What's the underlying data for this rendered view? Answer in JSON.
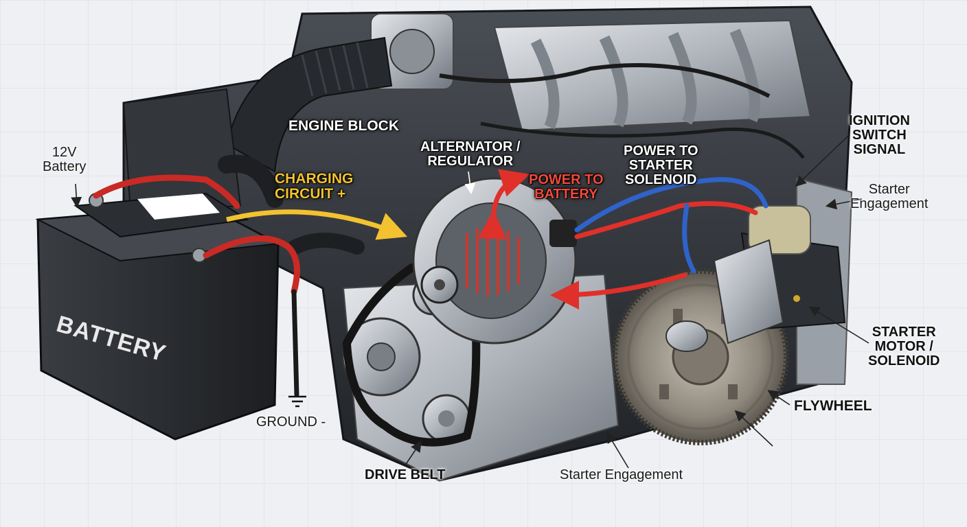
{
  "labels": {
    "battery_12v": "12V\nBattery",
    "battery_case": "BATTERY",
    "engine_block": "ENGINE BLOCK",
    "charging_circuit": "CHARGING\nCIRCUIT +",
    "alternator": "ALTERNATOR /\nREGULATOR",
    "power_to_battery": "POWER TO\nBATTERY",
    "power_to_solenoid": "POWER TO\nSTARTER\nSOLENOID",
    "ignition_switch": "IGNITION\nSWITCH\nSIGNAL",
    "starter_engagement_top": "Starter\nEngagement",
    "starter_motor": "STARTER\nMOTOR /\nSOLENOID",
    "flywheel": "FLYWHEEL",
    "ground": "GROUND -",
    "drive_belt": "DRIVE BELT",
    "starter_engagement_bottom": "Starter Engagement"
  },
  "colors": {
    "background": "#eef0f3",
    "grid": "#d9dde3",
    "charging_arrow": "#f2c230",
    "power_red": "#e0302a",
    "signal_blue": "#2f63c9",
    "engine_dark": "#2b2e33",
    "metal": "#b9bdc3",
    "label_dark_text": "#ffffff",
    "label_light_text": "#1a1a1a"
  },
  "icons": {
    "ground_symbol": "ground-symbol-icon"
  }
}
